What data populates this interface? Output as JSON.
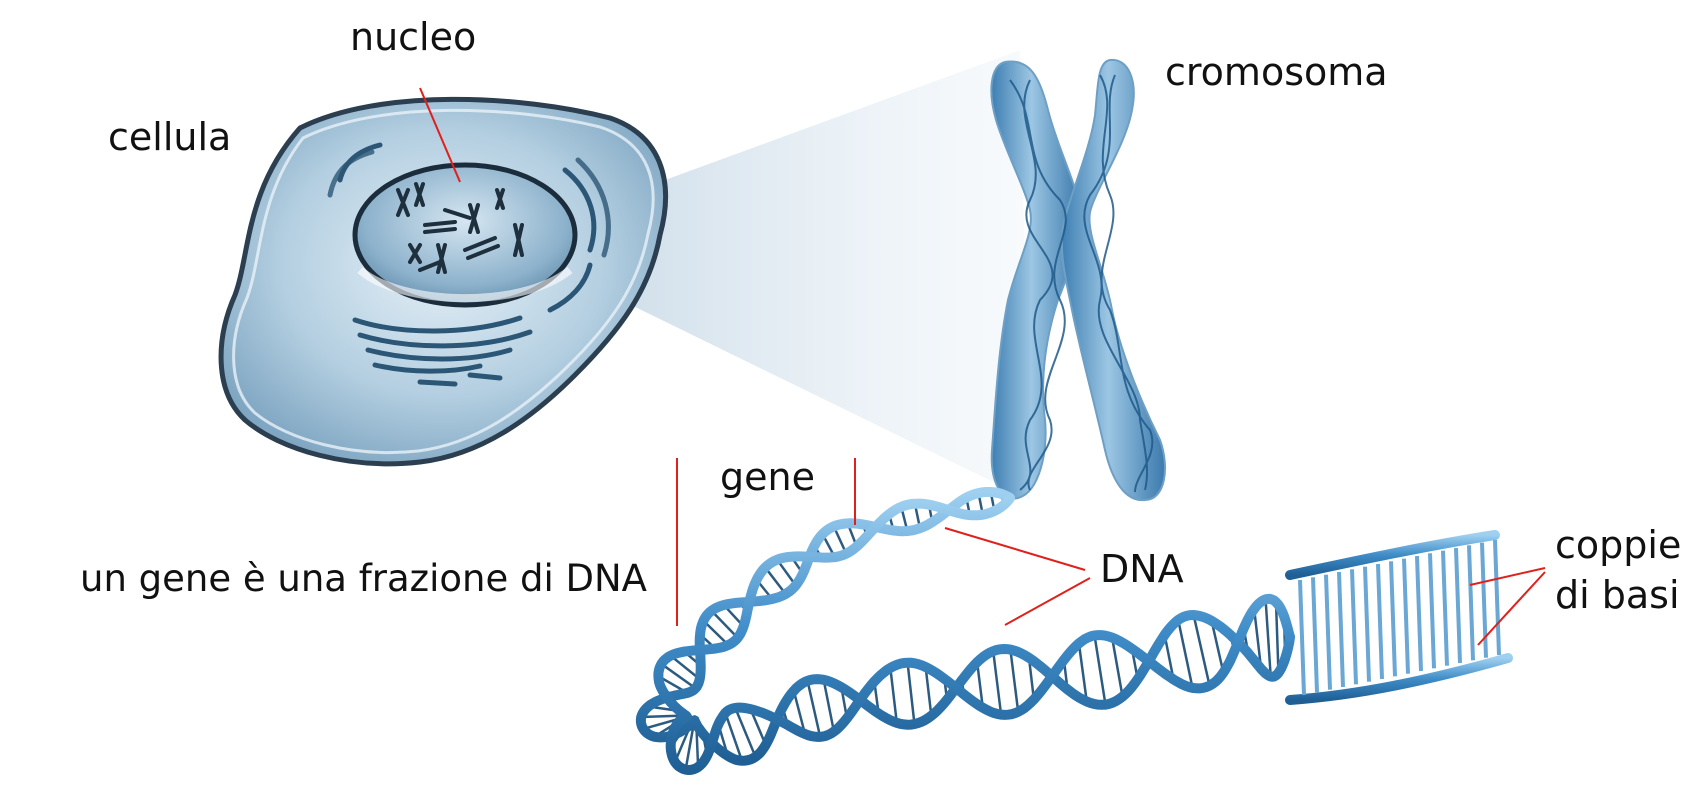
{
  "labels": {
    "nucleus": "nucleo",
    "cell": "cellula",
    "chromosome": "cromosoma",
    "gene": "gene",
    "gene_definition": "un gene è una frazione di DNA",
    "dna": "DNA",
    "base_pairs_line1": "coppie",
    "base_pairs_line2": "di basi"
  },
  "colors": {
    "leader_line": "#e0201b",
    "structure_blue": "#4a8fc4",
    "structure_dark": "#1f3f5c",
    "cell_fill": "#a9c8dc"
  }
}
